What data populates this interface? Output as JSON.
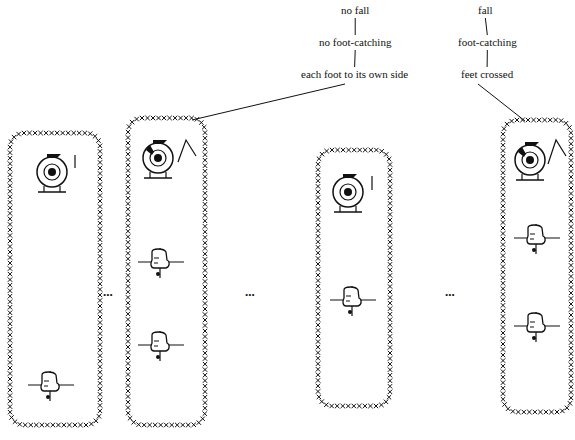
{
  "diagram": {
    "nodes": [
      {
        "text": [
          "no fall"
        ]
      },
      {
        "text": [
          "no foot-catching"
        ]
      },
      {
        "text": [
          "each foot to its own side"
        ]
      },
      {
        "text": [
          "fall"
        ]
      },
      {
        "text": [
          "foot-catching"
        ]
      },
      {
        "text": [
          "feet crossed"
        ]
      }
    ],
    "edges": [
      {
        "from": 0,
        "to": 1,
        "arrow": "none"
      },
      {
        "from": 1,
        "to": 2,
        "arrow": "none"
      },
      {
        "from": 3,
        "to": 4,
        "arrow": "none"
      },
      {
        "from": 4,
        "to": 5,
        "arrow": "none"
      }
    ],
    "labels": [
      "...",
      "...",
      "..."
    ]
  }
}
